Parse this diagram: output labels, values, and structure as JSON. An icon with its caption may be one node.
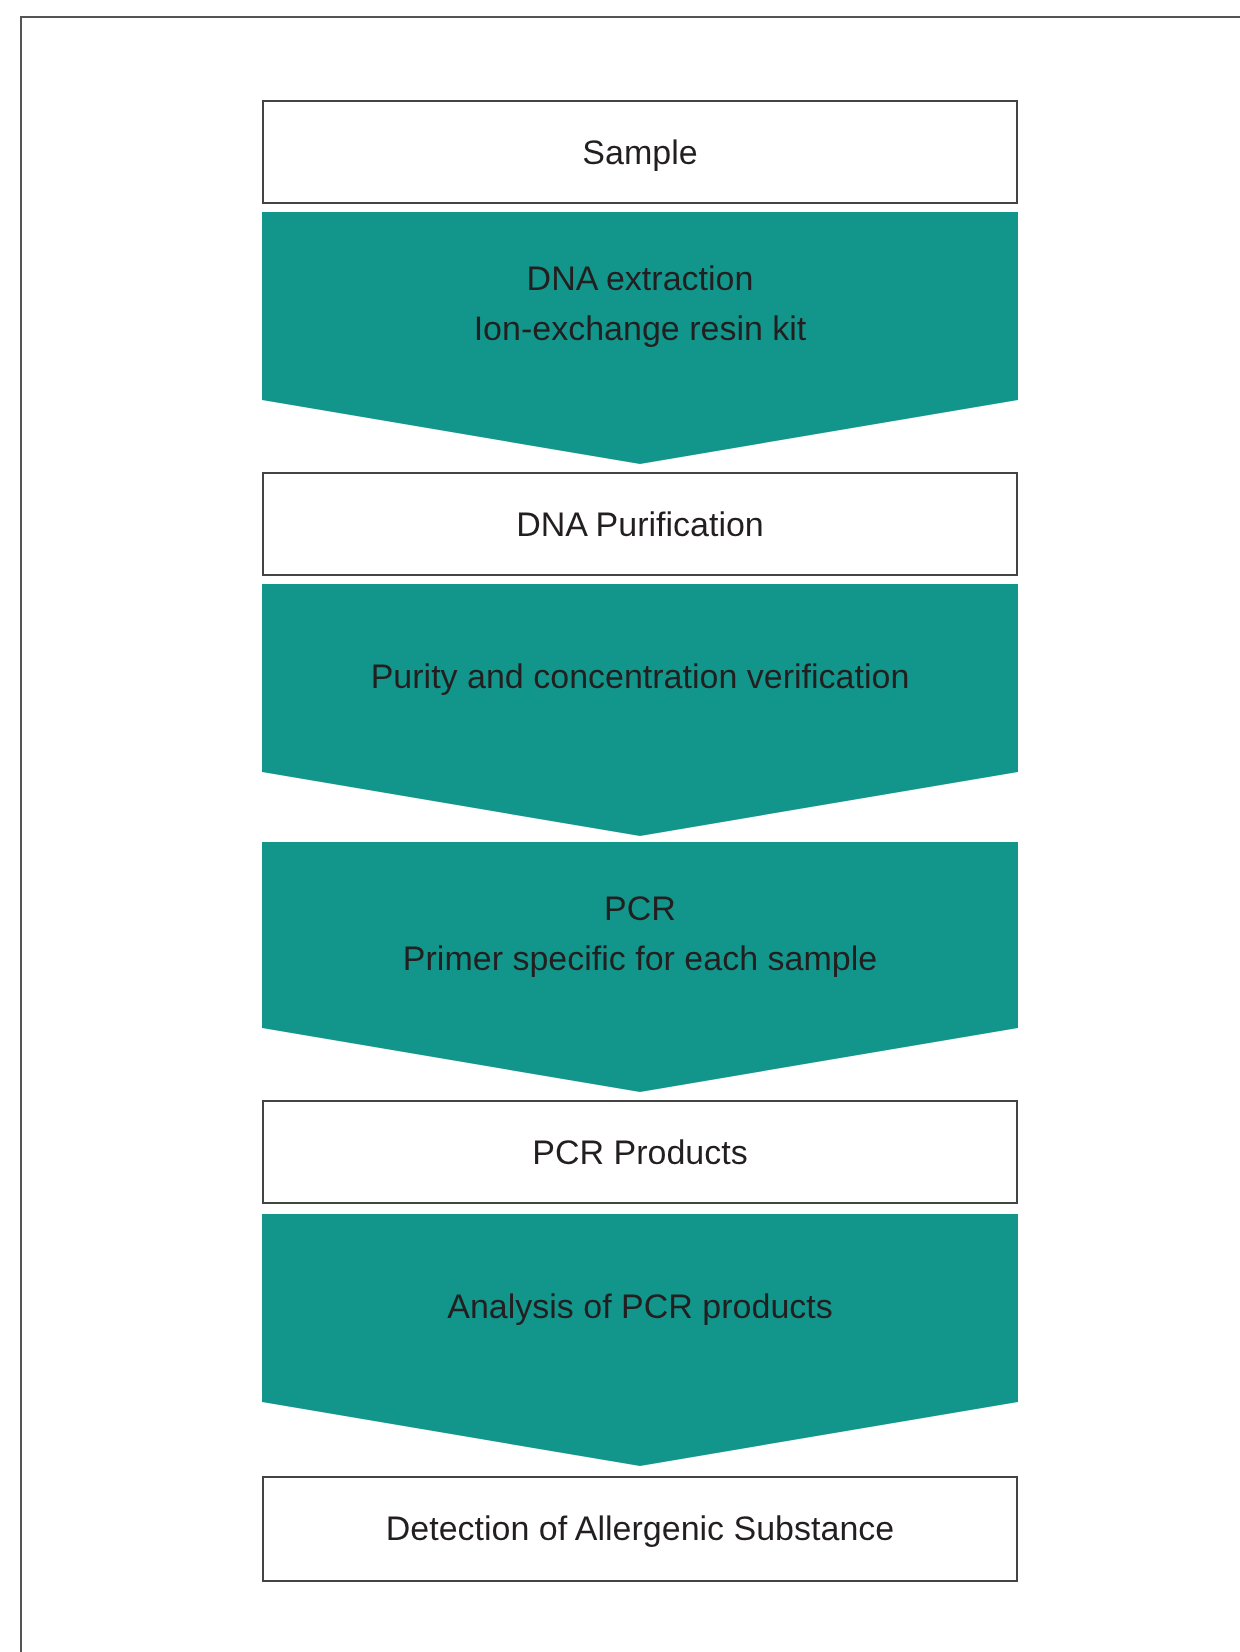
{
  "diagram": {
    "nodes": [
      {
        "text": [
          "Sample"
        ]
      },
      {
        "text": [
          "DNA extraction",
          "Ion-exchange resin kit"
        ]
      },
      {
        "text": [
          "DNA Purification"
        ]
      },
      {
        "text": [
          "Purity and concentration verification"
        ]
      },
      {
        "text": [
          "PCR",
          "Primer specific for each sample"
        ]
      },
      {
        "text": [
          "PCR Products"
        ]
      },
      {
        "text": [
          "Analysis of PCR products"
        ]
      },
      {
        "text": [
          "Detection of Allergenic Substance"
        ]
      }
    ]
  }
}
